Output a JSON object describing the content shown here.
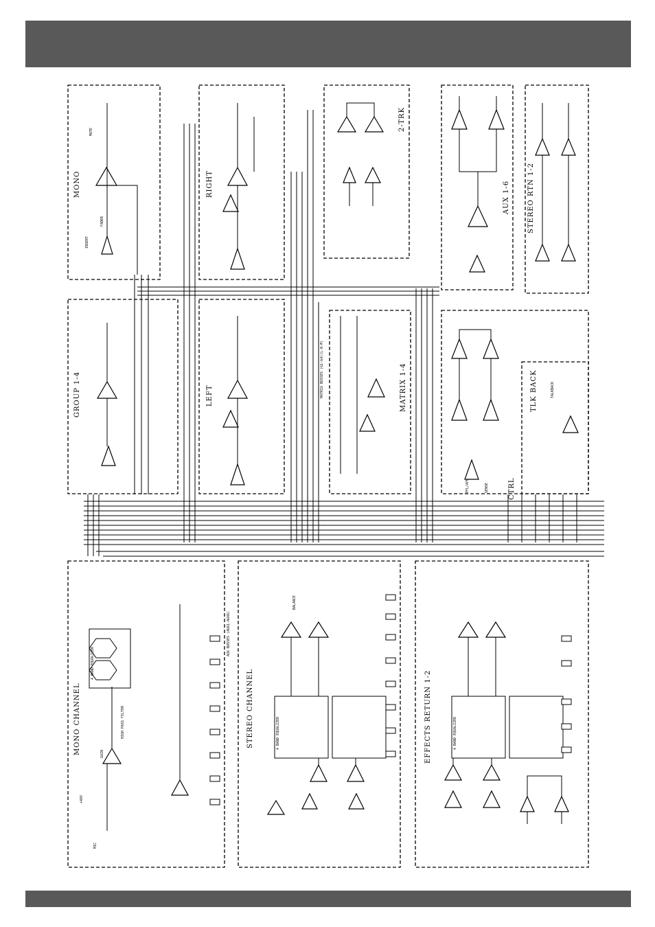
{
  "blocks": {
    "mono": "MONO",
    "right": "RIGHT",
    "two_trk": "2-TRK",
    "aux": "AUX 1-6",
    "stereo_rtn": "STEREO RTN 1-2",
    "group": "GROUP 1-4",
    "left": "LEFT",
    "matrix": "MATRIX 1-4",
    "ctrl": "CTRL",
    "talkback": "TLK BACK",
    "mono_channel": "MONO CHANNEL",
    "stereo_channel": "STEREO CHANNEL",
    "effects_return": "EFFECTS RETURN 1-2"
  },
  "components": {
    "eq_4band": "4 BAND EQUALIZER",
    "fader": "FADER",
    "insert": "INSERT",
    "mute": "MUTE",
    "balance": "BALANCE",
    "high_pass": "HIGH PASS FILTER",
    "gain": "GAIN",
    "mic": "MIC",
    "aux_busses": "AUX BUSSES (AUX1-AUX6)",
    "matrix_busses": "MATRIX BUSSES (G1-G4)(L-R-M)",
    "phantom": "+48V",
    "talkback": "TALKBACK",
    "sense": "SENSE",
    "pfl": "PFL/AFL"
  },
  "colors": {
    "bar": "#595959",
    "line": "#000000"
  }
}
